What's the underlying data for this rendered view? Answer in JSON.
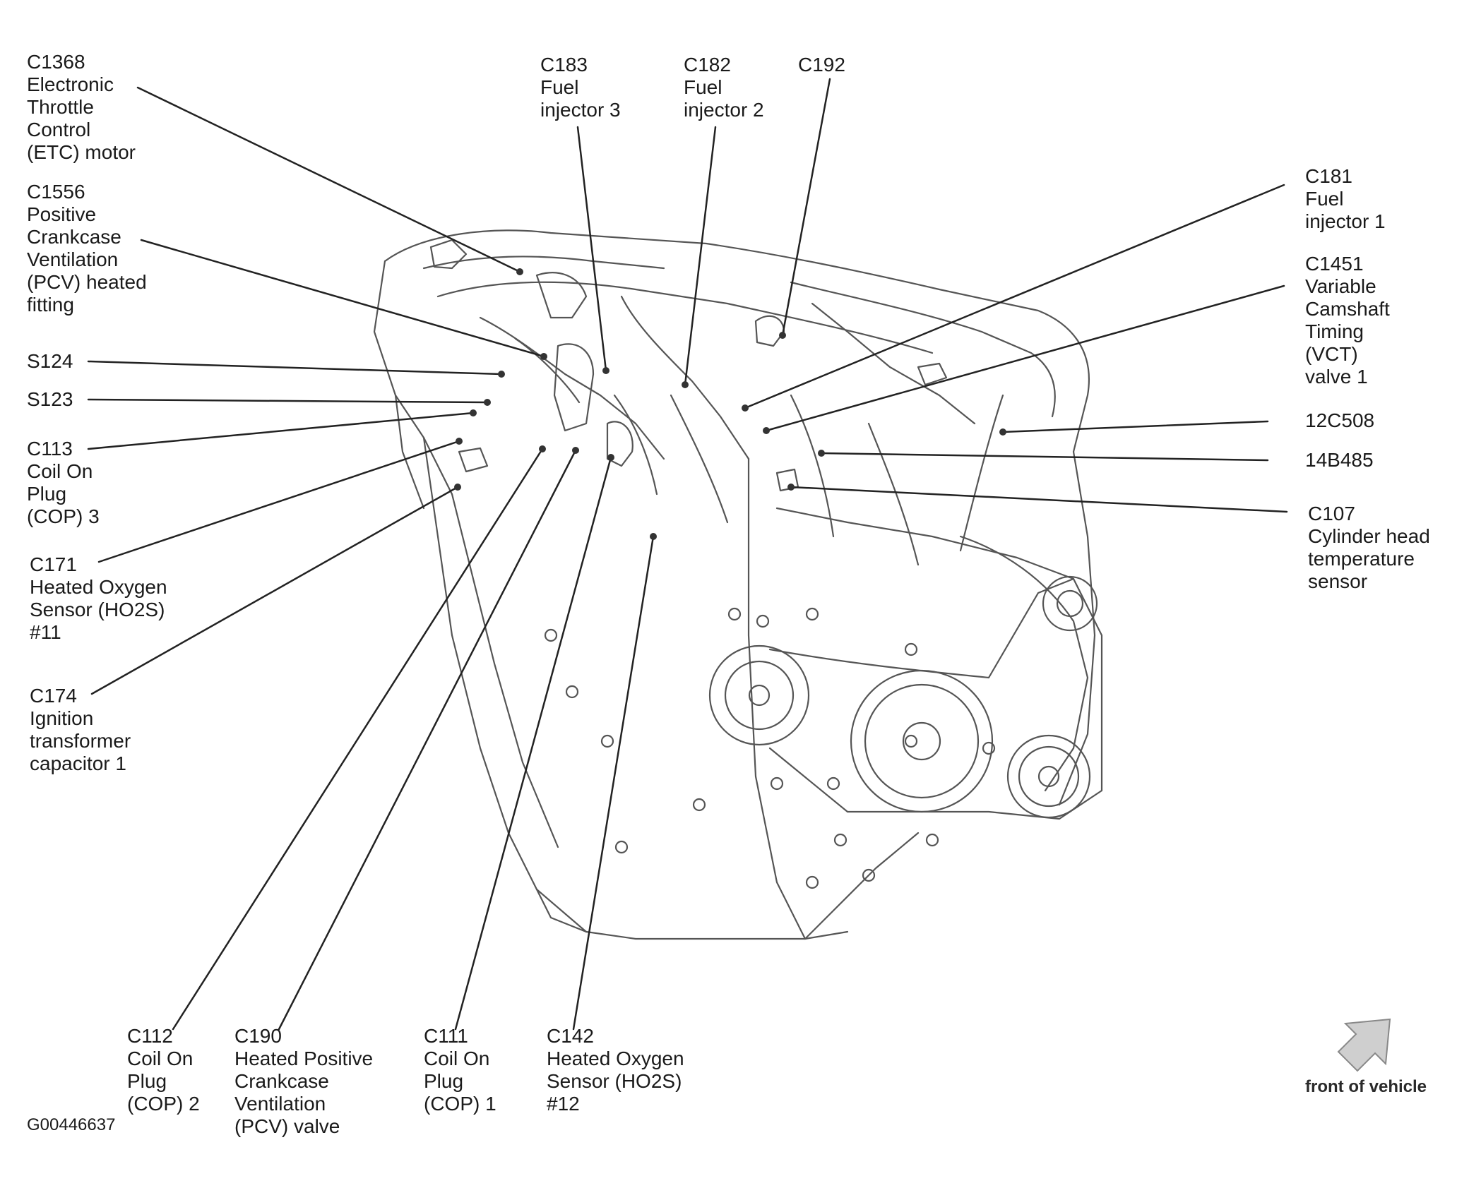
{
  "figure_id": "G00446637",
  "orientation_label": "front of vehicle",
  "callouts": {
    "c1368": [
      "C1368",
      "Electronic",
      "Throttle",
      "Control",
      "(ETC) motor"
    ],
    "c1556": [
      "C1556",
      "Positive",
      "Crankcase",
      "Ventilation",
      "(PCV) heated",
      "fitting"
    ],
    "s124": [
      "S124"
    ],
    "s123": [
      "S123"
    ],
    "c113": [
      "C113",
      "Coil On",
      "Plug",
      "(COP) 3"
    ],
    "c171": [
      "C171",
      "Heated Oxygen",
      "Sensor (HO2S)",
      "#11"
    ],
    "c174": [
      "C174",
      "Ignition",
      "transformer",
      "capacitor 1"
    ],
    "c183": [
      "C183",
      "Fuel",
      "injector 3"
    ],
    "c182": [
      "C182",
      "Fuel",
      "injector 2"
    ],
    "c192": [
      "C192"
    ],
    "c181": [
      "C181",
      "Fuel",
      "injector 1"
    ],
    "c1451": [
      "C1451",
      "Variable",
      "Camshaft",
      "Timing",
      "(VCT)",
      "valve 1"
    ],
    "n12c508": [
      "12C508"
    ],
    "n14b485": [
      "14B485"
    ],
    "c107": [
      "C107",
      "Cylinder head",
      "temperature",
      "sensor"
    ],
    "c112": [
      "C112",
      "Coil On",
      "Plug",
      "(COP) 2"
    ],
    "c190": [
      "C190",
      "Heated Positive",
      "Crankcase",
      "Ventilation",
      "(PCV) valve"
    ],
    "c111": [
      "C111",
      "Coil On",
      "Plug",
      "(COP) 1"
    ],
    "c142": [
      "C142",
      "Heated Oxygen",
      "Sensor (HO2S)",
      "#12"
    ]
  }
}
